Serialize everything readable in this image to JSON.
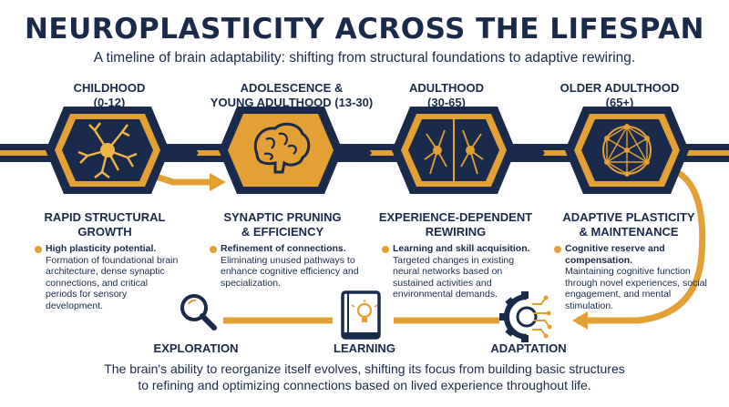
{
  "title": "NEUROPLASTICITY ACROSS THE LIFESPAN",
  "subtitle": "A timeline of brain adaptability: shifting from structural foundations to adaptive rewiring.",
  "stages": [
    {
      "label_line1": "CHILDHOOD",
      "label_line2": "(0-12)",
      "icon": "neuron-icon",
      "card_title_line1": "RAPID STRUCTURAL",
      "card_title_line2": "GROWTH",
      "head": "High plasticity potential.",
      "body": "Formation of foundational brain architecture, dense synaptic connections, and critical periods for sensory development."
    },
    {
      "label_line1": "ADOLESCENCE &",
      "label_line2": "YOUNG ADULTHOOD (13-30)",
      "icon": "brain-icon",
      "card_title_line1": "SYNAPTIC PRUNING",
      "card_title_line2": "& EFFICIENCY",
      "head": "Refinement of connections.",
      "body": "Eliminating unused pathways to enhance cognitive efficiency and specialization."
    },
    {
      "label_line1": "ADULTHOOD",
      "label_line2": "(30-65)",
      "icon": "neural-network-icon",
      "card_title_line1": "EXPERIENCE-DEPENDENT",
      "card_title_line2": "REWIRING",
      "head": "Learning and skill acquisition.",
      "body": "Targeted changes in existing neural networks based on sustained activities and environmental demands."
    },
    {
      "label_line1": "OLDER ADULTHOOD",
      "label_line2": "(65+)",
      "icon": "network-mesh-icon",
      "card_title_line1": "ADAPTIVE PLASTICITY",
      "card_title_line2": "& MAINTENANCE",
      "head": "Cognitive reserve and compensation.",
      "body": "Maintaining cognitive function through novel experiences, social engagement, and mental stimulation."
    }
  ],
  "bottom": [
    {
      "label": "EXPLORATION",
      "icon": "magnifier-icon"
    },
    {
      "label": "LEARNING",
      "icon": "book-lightbulb-icon"
    },
    {
      "label": "ADAPTATION",
      "icon": "gear-circuit-icon"
    }
  ],
  "footer_line1": "The brain's ability to reorganize itself evolves, shifting its focus from building basic structures",
  "footer_line2": "to refining and optimizing connections based on lived experience throughout life.",
  "colors": {
    "navy": "#1a2a4a",
    "gold": "#e3a034"
  }
}
